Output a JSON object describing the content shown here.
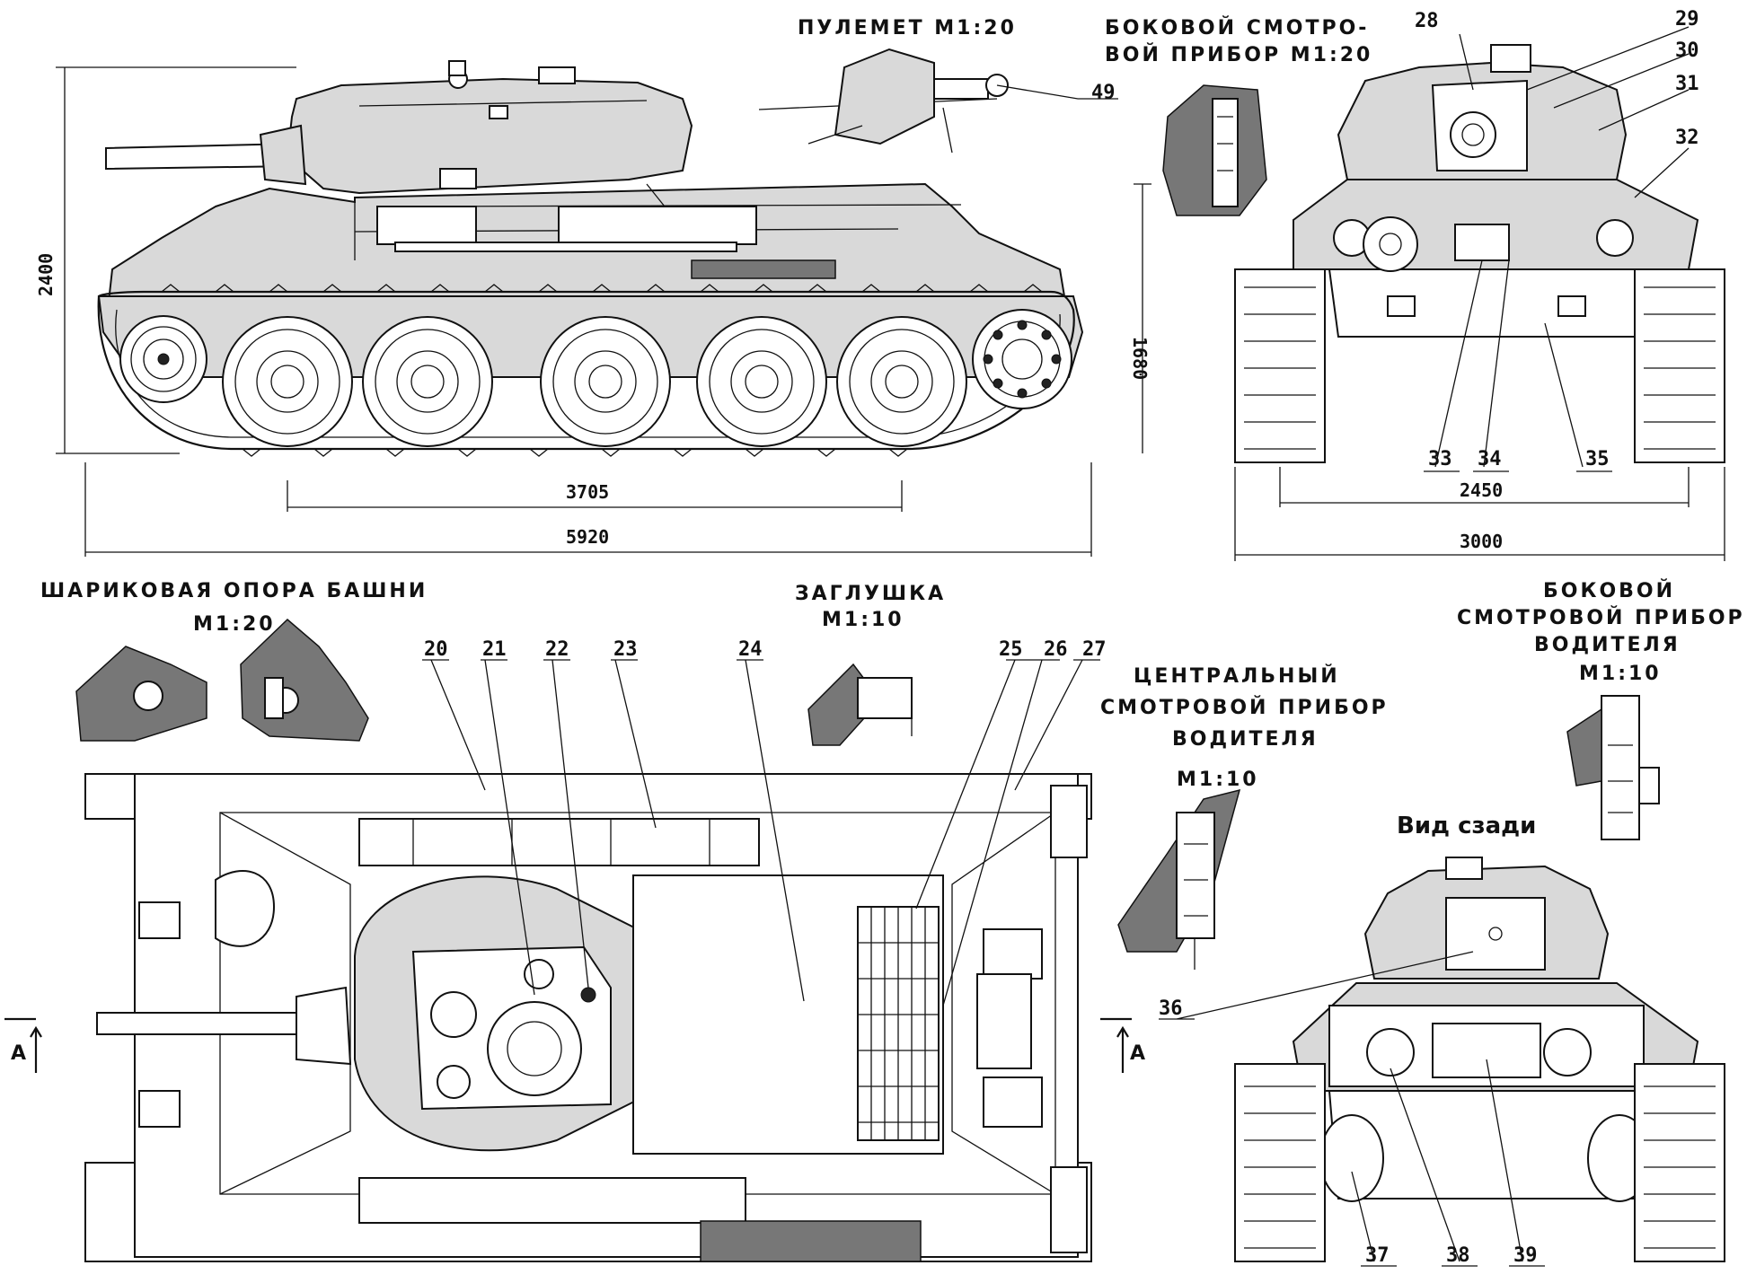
{
  "titles": {
    "machine_gun": "ПУЛЕМЕТ М1:20",
    "side_periscope_turret_1": "БОКОВОЙ СМОТРО-",
    "side_periscope_turret_2": "ВОЙ ПРИБОР М1:20",
    "turret_bearing_1": "ШАРИКОВАЯ ОПОРА БАШНИ",
    "turret_bearing_2": "М1:20",
    "plug_1": "ЗАГЛУШКА",
    "plug_2": "М1:10",
    "central_periscope_1": "ЦЕНТРАЛЬНЫЙ",
    "central_periscope_2": "СМОТРОВОЙ ПРИБОР",
    "central_periscope_3": "ВОДИТЕЛЯ",
    "central_periscope_4": "М1:10",
    "driver_side_periscope_1": "БОКОВОЙ",
    "driver_side_periscope_2": "СМОТРОВОЙ ПРИБОР",
    "driver_side_periscope_3": "ВОДИТЕЛЯ",
    "driver_side_periscope_4": "М1:10",
    "rear_view": "Вид сзади"
  },
  "dimensions": {
    "height_total": "2400",
    "height_hull": "1680",
    "wheelbase": "3705",
    "length": "5920",
    "track_centers": "2450",
    "width": "3000"
  },
  "callouts": [
    "20",
    "21",
    "22",
    "23",
    "24",
    "25",
    "26",
    "27",
    "28",
    "29",
    "30",
    "31",
    "32",
    "33",
    "34",
    "35",
    "36",
    "37",
    "38",
    "39",
    "49"
  ],
  "section_marks": {
    "left": "A",
    "right": "A"
  }
}
